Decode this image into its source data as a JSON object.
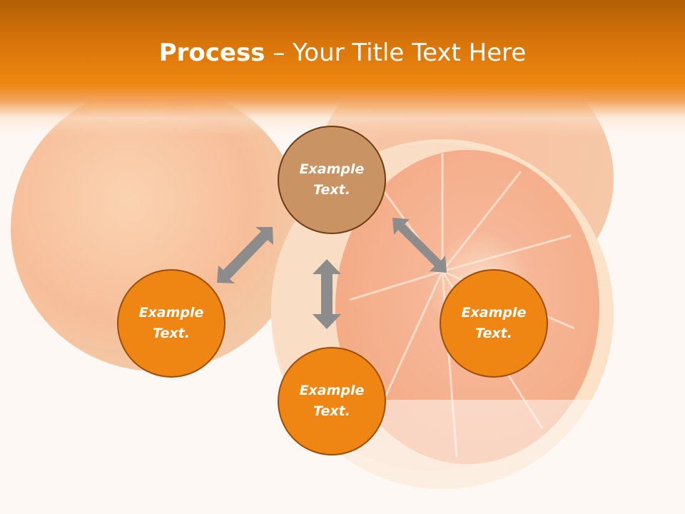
{
  "slide": {
    "title_bold": "Process",
    "title_rest": " – Your Title Text Here"
  },
  "nodes": [
    {
      "id": "top",
      "label": "Example\nText."
    },
    {
      "id": "left",
      "label": "Example\nText."
    },
    {
      "id": "right",
      "label": "Example\nText."
    },
    {
      "id": "bottom",
      "label": "Example\nText."
    }
  ],
  "colors": {
    "header": "#ee8710",
    "node_top": "#c99363",
    "node": "#ef8512",
    "arrow": "#8c8c8c"
  }
}
